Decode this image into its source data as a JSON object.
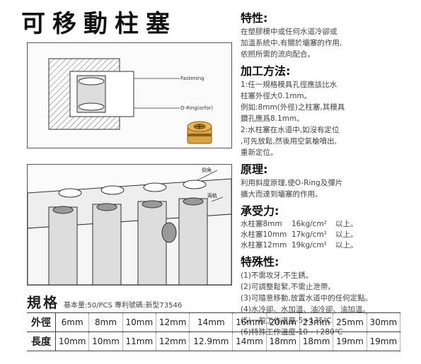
{
  "title": "可移動柱塞",
  "diagram1": {
    "label_top": "Fastening",
    "label_bottom": "O-Ring(orfor)"
  },
  "diagram2": {
    "label_top": "倒角",
    "label_side": "兩軌"
  },
  "features": {
    "heading": "特性:",
    "text": "在塑膠模中或任何水道冷卻或\n加溫系統中,有關於壩塞的作用,\n依照所需的流向配合。"
  },
  "method": {
    "heading": "加工方法:",
    "p1": "1:任一規格模具孔徑應該比水\n柱塞外徑大0.1mm。",
    "p2": "例如:8mm(外徑)之柱塞,其模具\n鑽孔應爲8.1mm。",
    "p3": "2:水柱塞在水道中,如沒有定位\n,可先放鬆,然後用空氣槍噴出,\n重新定位。"
  },
  "principle": {
    "heading": "原理:",
    "text": "利用斜度原理,使O-Ring及彈片\n擴大而達到壩塞的作用。"
  },
  "load": {
    "heading": "承受力:",
    "rows": [
      {
        "name": "水柱塞8mm",
        "value": "16kg/cm²",
        "suffix": "以上。"
      },
      {
        "name": "水柱塞10mm",
        "value": "17kg/cm²",
        "suffix": "以上。"
      },
      {
        "name": "水柱塞12mm",
        "value": "19kg/cm²",
        "suffix": "以上。"
      }
    ]
  },
  "special": {
    "heading": "特殊性:",
    "items": [
      "(1)不需攻牙,不生銹。",
      "(2)可調整鬆緊,不需止泄帶。",
      "(3)可隨意移動,放置水道中的任何定點。",
      "(4)水冷卻、水加溫、油冷卻、油加溫。",
      "(5)一般工作溫度-5+135℃",
      "(6)特殊工作溫度-10~+280℃"
    ]
  },
  "spec": {
    "title": "規格",
    "note": "基本量:50/PCS  專利號碼:新型73546",
    "row1_label": "外徑",
    "row1": [
      "6mm",
      "8mm",
      "10mm",
      "12mm",
      "14mm",
      "16mm",
      "20mm",
      "23mm",
      "25mm",
      "30mm"
    ],
    "row2_label": "長度",
    "row2": [
      "10mm",
      "10mm",
      "11mm",
      "12mm",
      "12.9mm",
      "14mm",
      "18mm",
      "18mm",
      "19mm",
      "19mm"
    ]
  }
}
